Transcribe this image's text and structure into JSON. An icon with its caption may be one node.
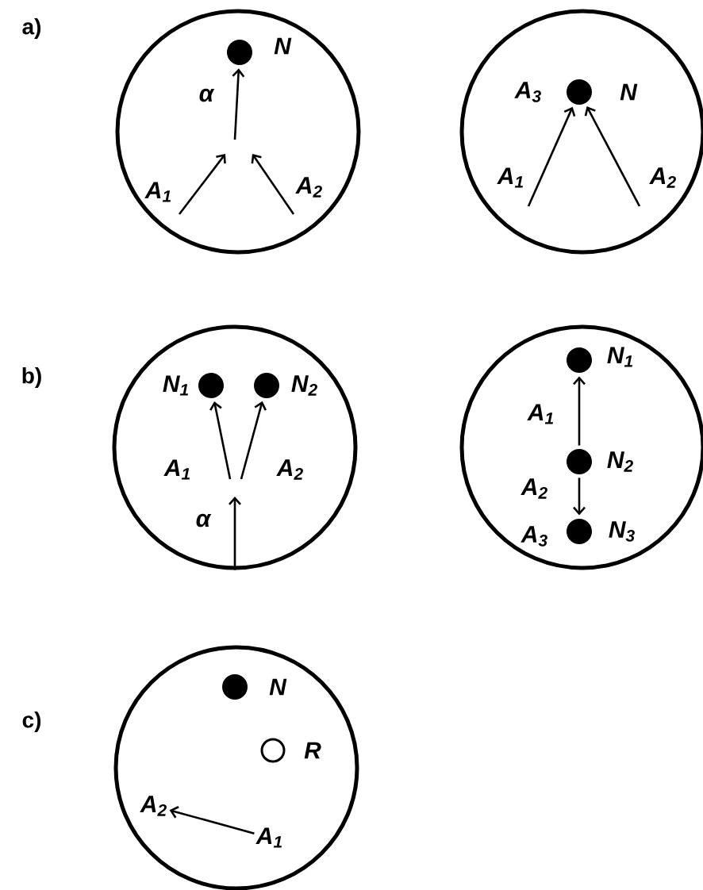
{
  "diagram": {
    "nodes": [
      {
        "text": [],
        "shape": "circle"
      },
      {
        "text": [],
        "shape": "dot",
        "in": 0,
        "beside": [
          "N"
        ]
      },
      {
        "text": [],
        "shape": "circle"
      },
      {
        "text": [],
        "shape": "dot",
        "in": 2,
        "beside": [
          "A$_{3}$",
          "N"
        ]
      },
      {
        "text": [],
        "shape": "circle"
      },
      {
        "text": [],
        "shape": "dot",
        "in": 4,
        "beside": [
          "N$_{1}$"
        ]
      },
      {
        "text": [],
        "shape": "dot",
        "in": 4,
        "beside": [
          "N$_{2}$"
        ]
      },
      {
        "text": [],
        "shape": "circle"
      },
      {
        "text": [],
        "shape": "dot",
        "in": 7,
        "beside": [
          "N$_{1}$"
        ]
      },
      {
        "text": [],
        "shape": "dot",
        "in": 7,
        "beside": [
          "N$_{2}$"
        ]
      },
      {
        "text": [],
        "shape": "dot",
        "in": 7,
        "beside": [
          "A$_{3}$",
          "N$_{3}$"
        ]
      },
      {
        "text": [],
        "shape": "circle"
      },
      {
        "text": [],
        "shape": "dot",
        "in": 11,
        "beside": [
          "N"
        ]
      },
      {
        "text": [],
        "shape": "circle",
        "in": 11,
        "beside": [
          "R"
        ]
      },
      {
        "text": [
          "A$_{2}$"
        ],
        "in": 11
      },
      {
        "text": [
          "A$_{1}$"
        ],
        "in": 11
      }
    ],
    "edges": [
      {
        "from": null,
        "to": 1,
        "arrow": "to",
        "label": "α"
      },
      {
        "from": null,
        "to": 3,
        "arrow": "to",
        "label": "A$_{1}$"
      },
      {
        "from": null,
        "to": 3,
        "arrow": "to",
        "label": "A$_{2}$"
      },
      {
        "from": 4,
        "to": null,
        "arrow": "to",
        "label": "α"
      },
      {
        "from": null,
        "to": 5,
        "arrow": "to",
        "label": "A$_{1}$"
      },
      {
        "from": null,
        "to": 6,
        "arrow": "to",
        "label": "A$_{2}$"
      },
      {
        "from": 9,
        "to": 8,
        "arrow": "to",
        "label": "A$_{1}$"
      },
      {
        "from": 9,
        "to": 10,
        "arrow": "to",
        "label": "A$_{2}$"
      },
      {
        "from": 15,
        "to": 14,
        "arrow": "to"
      }
    ],
    "labels": [
      "a)",
      "A$_{1}$",
      "A$_{2}$",
      "b)",
      "c)"
    ]
  }
}
